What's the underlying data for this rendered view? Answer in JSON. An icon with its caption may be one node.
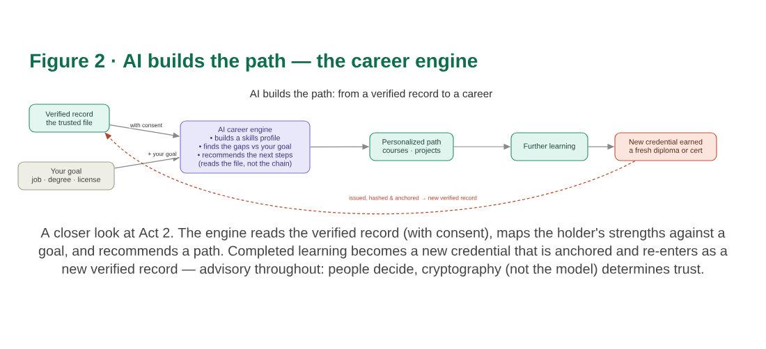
{
  "diagram": {
    "title": "Figure 2 · AI builds the path — the career engine",
    "caption": "A closer look at Act 2. The engine reads the verified record (with consent), maps the holder's strengths against a goal, and recommends a path. Completed learning becomes a new credential that is anchored and re-enters as a new verified record — advisory throughout: people decide, cryptography (not the model) determines trust.",
    "nodes": [
      {
        "text": [
          "Verified record",
          "the trusted file"
        ]
      },
      {
        "text": [
          "Your goal",
          "job · degree · license"
        ]
      },
      {
        "text": [
          "AI career engine",
          "• builds a skills profile",
          "• finds the gaps vs your goal",
          "• recommends the next steps",
          "(reads the file, not the chain)"
        ]
      },
      {
        "text": [
          "Personalized path",
          "courses · projects"
        ]
      },
      {
        "text": [
          "Further learning"
        ]
      },
      {
        "text": [
          "New credential earned",
          "a fresh diploma or cert"
        ]
      }
    ],
    "edges": [
      {
        "from": 0,
        "to": 2,
        "arrow": "to",
        "label": "with consent"
      },
      {
        "from": 1,
        "to": 2,
        "arrow": "to",
        "label": "+ your goal"
      },
      {
        "from": 2,
        "to": 3,
        "arrow": "to"
      },
      {
        "from": 3,
        "to": 4,
        "arrow": "to"
      },
      {
        "from": 4,
        "to": 5,
        "arrow": "to"
      },
      {
        "from": 5,
        "to": 0,
        "arrow": "to",
        "label": "issued, hashed & anchored → new verified record",
        "style": "dashed",
        "color": "#b5452a"
      }
    ],
    "labels": [
      "AI builds the path: from a verified record to a career"
    ]
  }
}
